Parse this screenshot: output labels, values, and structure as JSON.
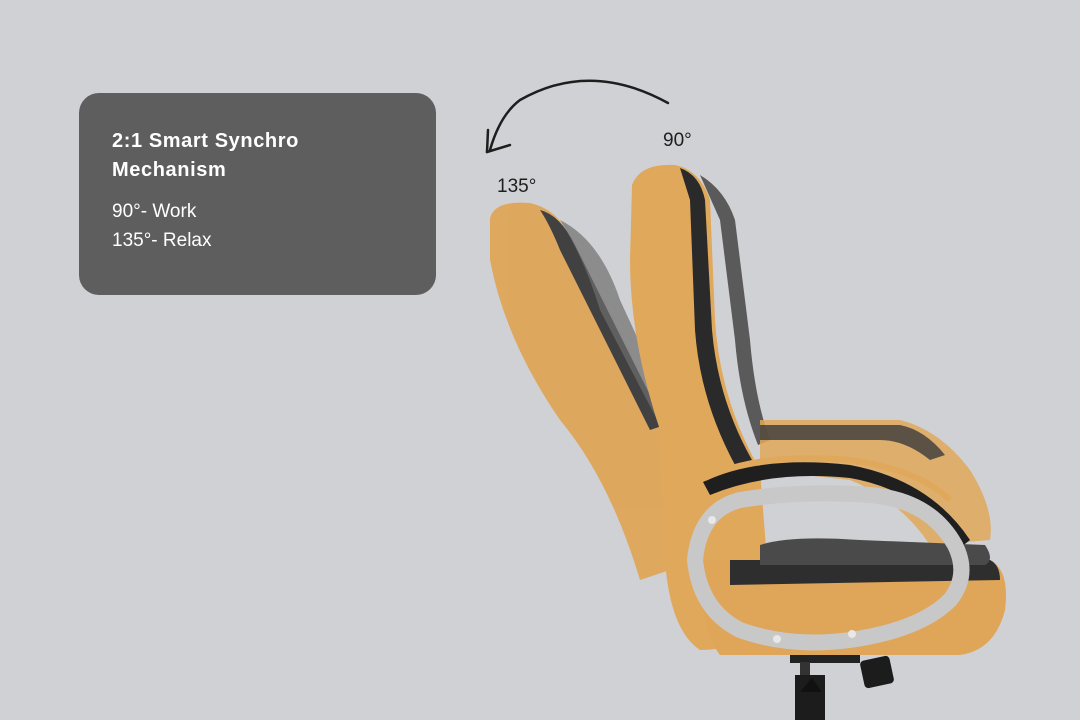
{
  "info_card": {
    "title": "2:1 Smart Synchro Mechanism",
    "lines": [
      "90°- Work",
      "135°- Relax"
    ]
  },
  "angles": {
    "upright": "90°",
    "reclined": "135°"
  },
  "icons": {
    "arrow": "curved-arrow-counterclockwise"
  },
  "colors": {
    "background": "#d0d1d4",
    "card": "#5e5e5e",
    "card_text": "#ffffff",
    "leather_tan": "#e0a85a",
    "leather_dark": "#3a3a3a",
    "armrest_frame": "#c9c9c9",
    "label_text": "#1e1e1e"
  }
}
